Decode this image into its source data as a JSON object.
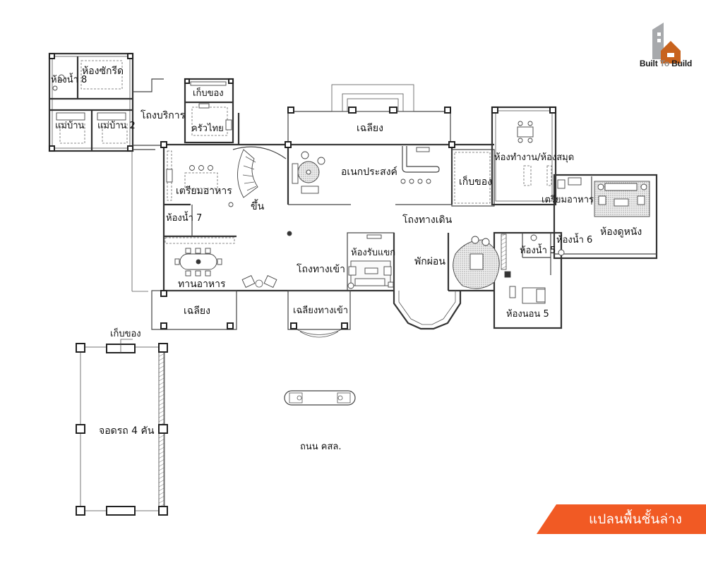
{
  "brand": {
    "name_part1": "Built",
    "name_part2": "To",
    "name_part3": "Build",
    "colors": {
      "house": "#c8631e",
      "tower": "#a7a9ac",
      "text": "#1a1a1a"
    }
  },
  "banner": {
    "label": "แปลนพื้นชั้นล่าง",
    "color": "#f15a24"
  },
  "rooms": {
    "laundry": "ห้องซักรีด",
    "bath8": "ห้องน้ำ 8",
    "maid1": "แม่บ้าน",
    "maid2": "แม่บ้าน 2",
    "service_hall": "โถงบริการ",
    "storage_kitchen": "เก็บของ",
    "thai_kitchen": "ครัวไทย",
    "prep_kitchen": "เตรียมอาหาร",
    "stairs_up": "ขึ้น",
    "bath7": "ห้องน้ำ 7",
    "dining": "ทานอาหาร",
    "terrace_left": "เฉลียง",
    "terrace_top": "เฉลียง",
    "multipurpose": "อเนกประสงค์",
    "storage_center": "เก็บของ",
    "corridor": "โถงทางเดิน",
    "entrance_hall": "โถงทางเข้า",
    "entrance_terrace": "เฉลียงทางเข้า",
    "guest_room": "ห้องรับแขก",
    "lounge": "พักผ่อน",
    "study_library": "ห้องทำงาน/ห้องสมุด",
    "pantry": "เตรียมอาหาร",
    "theater": "ห้องดูหนัง",
    "bath5": "ห้องน้ำ 5",
    "bath6": "ห้องน้ำ 6",
    "bedroom5": "ห้องนอน 5",
    "garage_storage": "เก็บของ",
    "garage": "จอดรถ 4 คัน",
    "road": "ถนน คสล."
  }
}
